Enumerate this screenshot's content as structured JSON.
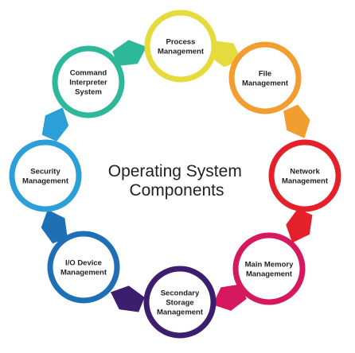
{
  "diagram": {
    "center_label_lines": [
      "Operating System",
      "Components"
    ],
    "nodes": [
      {
        "label_lines": [
          "Process",
          "Management"
        ],
        "color": "#E6DB3C"
      },
      {
        "label_lines": [
          "File",
          "Management"
        ],
        "color": "#F29D2F"
      },
      {
        "label_lines": [
          "Network",
          "Management"
        ],
        "color": "#E4212B"
      },
      {
        "label_lines": [
          "Main Memory",
          "Management"
        ],
        "color": "#D6185F"
      },
      {
        "label_lines": [
          "Secondary",
          "Storage",
          "Management"
        ],
        "color": "#3B1F6E"
      },
      {
        "label_lines": [
          "I/O Device",
          "Management"
        ],
        "color": "#1F6FB6"
      },
      {
        "label_lines": [
          "Security",
          "Management"
        ],
        "color": "#2A9FD8"
      },
      {
        "label_lines": [
          "Command",
          "Interpreter",
          "System"
        ],
        "color": "#2DB89A"
      }
    ]
  }
}
